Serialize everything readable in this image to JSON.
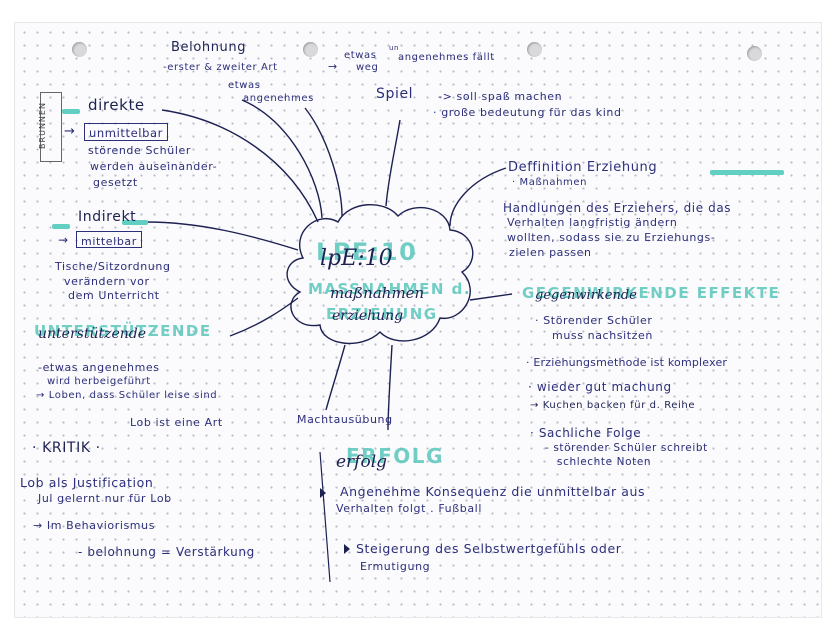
{
  "center": {
    "teal_title": "LPE:10",
    "script_title": "lpE:10",
    "teal_line1": "MASSNAHMEN d.",
    "script_line1": "maßnahmen",
    "teal_line2": "ERZIEHUNG",
    "script_line2": "erziehung"
  },
  "brand_label": "BRUNNEN",
  "belohnung": {
    "title": "Belohnung",
    "line1": "-erster & zweiter Art",
    "line1_arrow": "→",
    "note_top": "etwas",
    "note_sup": "un",
    "note_main": "angenehmes fällt",
    "note_weg": "weg",
    "line2": "etwas",
    "line3": "angenehmes"
  },
  "spiel": {
    "title": "Spiel",
    "line1": "-> soll spaß machen",
    "line2": "· große bedeutung für das kind"
  },
  "direkte": {
    "title": "direkte",
    "arrow": "→",
    "boxed": "unmittelbar",
    "line1": "störende Schüler",
    "line2": "werden auseinander-",
    "line3": "gesetzt"
  },
  "indirekt": {
    "title": "Indirekt",
    "arrow": "→",
    "boxed": "mittelbar",
    "line1": "Tische/Sitzordnung",
    "line2": "verändern vor",
    "line3": "dem Unterricht"
  },
  "definition": {
    "title": "Deffinition Erziehung",
    "sub": "· Maßnahmen",
    "line1": "Handlungen des Erziehers, die das",
    "line2": "Verhalten langfristig ändern",
    "line3": "wollten, sodass sie zu Erziehungs-",
    "line4": "zielen passen"
  },
  "gegenwirkende": {
    "teal": "GEGENWIRKENDE EFFEKTE",
    "title": "gegenwirkende",
    "b1a": "· Störender Schüler",
    "b1b": "muss nachsitzen",
    "b2": "· Erziehungsmethode ist komplexer",
    "b3a": "· wieder gut machung",
    "b3b": "→ Kuchen backen für d. Reihe",
    "b4a": "· Sachliche Folge",
    "b4b": "- störender Schüler schreibt",
    "b4c": "schlechte Noten"
  },
  "unterstuetzende": {
    "teal": "UNTERSTÜTZENDE",
    "title": "unterstützende",
    "line1": "-etwas angenehmes",
    "line2": "wird herbeigeführt",
    "line3": "→ Loben, dass Schüler leise sind"
  },
  "lob": {
    "text": "Lob ist eine Art",
    "macht": "Machtausübung"
  },
  "kritik": {
    "title": "· KRITIK ·",
    "line1": "Lob als Justification",
    "line2": "Jul gelernt nur für Lob",
    "line3": "→ Im Behaviorismus",
    "line4": "- belohnung = Verstärkung"
  },
  "erfolg": {
    "teal": "ERFOLG",
    "title": "erfolg",
    "b1a": "Angenehme Konsequenz die unmittelbar aus",
    "b1b": "Verhalten folgt . Fußball",
    "b2a": "Steigerung des Selbstwertgefühls oder",
    "b2b": "Ermutigung"
  },
  "colors": {
    "ink": "#2c2f7a",
    "dark_ink": "#1d2152",
    "teal": "#62cfc3",
    "paper": "#fbfbfd"
  }
}
